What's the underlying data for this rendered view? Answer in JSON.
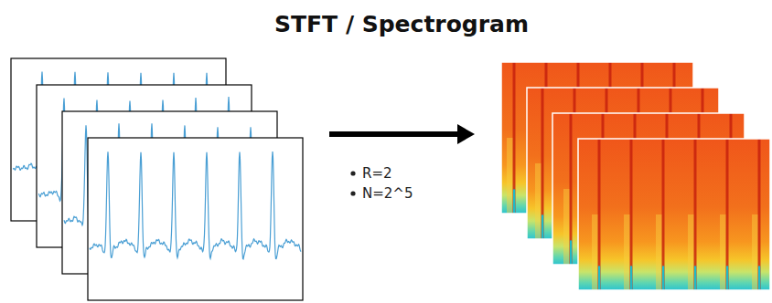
{
  "diagram": {
    "title": "STFT / Spectrogram",
    "labels": [
      "R=2",
      "N=2^5"
    ]
  }
}
